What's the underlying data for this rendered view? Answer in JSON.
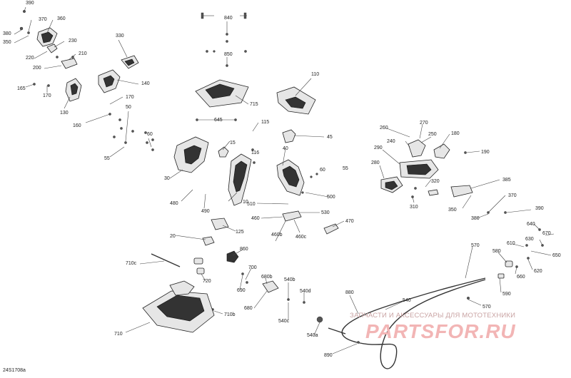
{
  "diagram": {
    "reference": "24S1708a",
    "callouts": [
      "390",
      "370",
      "360",
      "380",
      "350",
      "230",
      "220",
      "210",
      "200",
      "330",
      "140",
      "165",
      "170",
      "130",
      "170",
      "50",
      "160",
      "60",
      "55",
      "840",
      "850",
      "715",
      "110",
      "645",
      "115",
      "116",
      "45",
      "15",
      "40",
      "30",
      "10",
      "60",
      "55",
      "500",
      "480",
      "490",
      "510",
      "530",
      "460",
      "460b",
      "460c",
      "470",
      "125",
      "20",
      "260",
      "270",
      "250",
      "180",
      "240",
      "190",
      "290",
      "280",
      "320",
      "310",
      "385",
      "370",
      "350",
      "390",
      "380",
      "640",
      "670",
      "630",
      "610",
      "650",
      "660",
      "620",
      "570",
      "580",
      "590",
      "570",
      "540",
      "710c",
      "860",
      "720",
      "700",
      "680b",
      "690",
      "540b",
      "540d",
      "680",
      "710b",
      "880",
      "710",
      "540c",
      "540a",
      "890"
    ],
    "watermark": {
      "caption": "ЗАПЧАСТИ И АКСЕССУАРЫ ДЛЯ МОТОТЕХНИКИ",
      "logo": "PARTSFOR.RU"
    }
  }
}
